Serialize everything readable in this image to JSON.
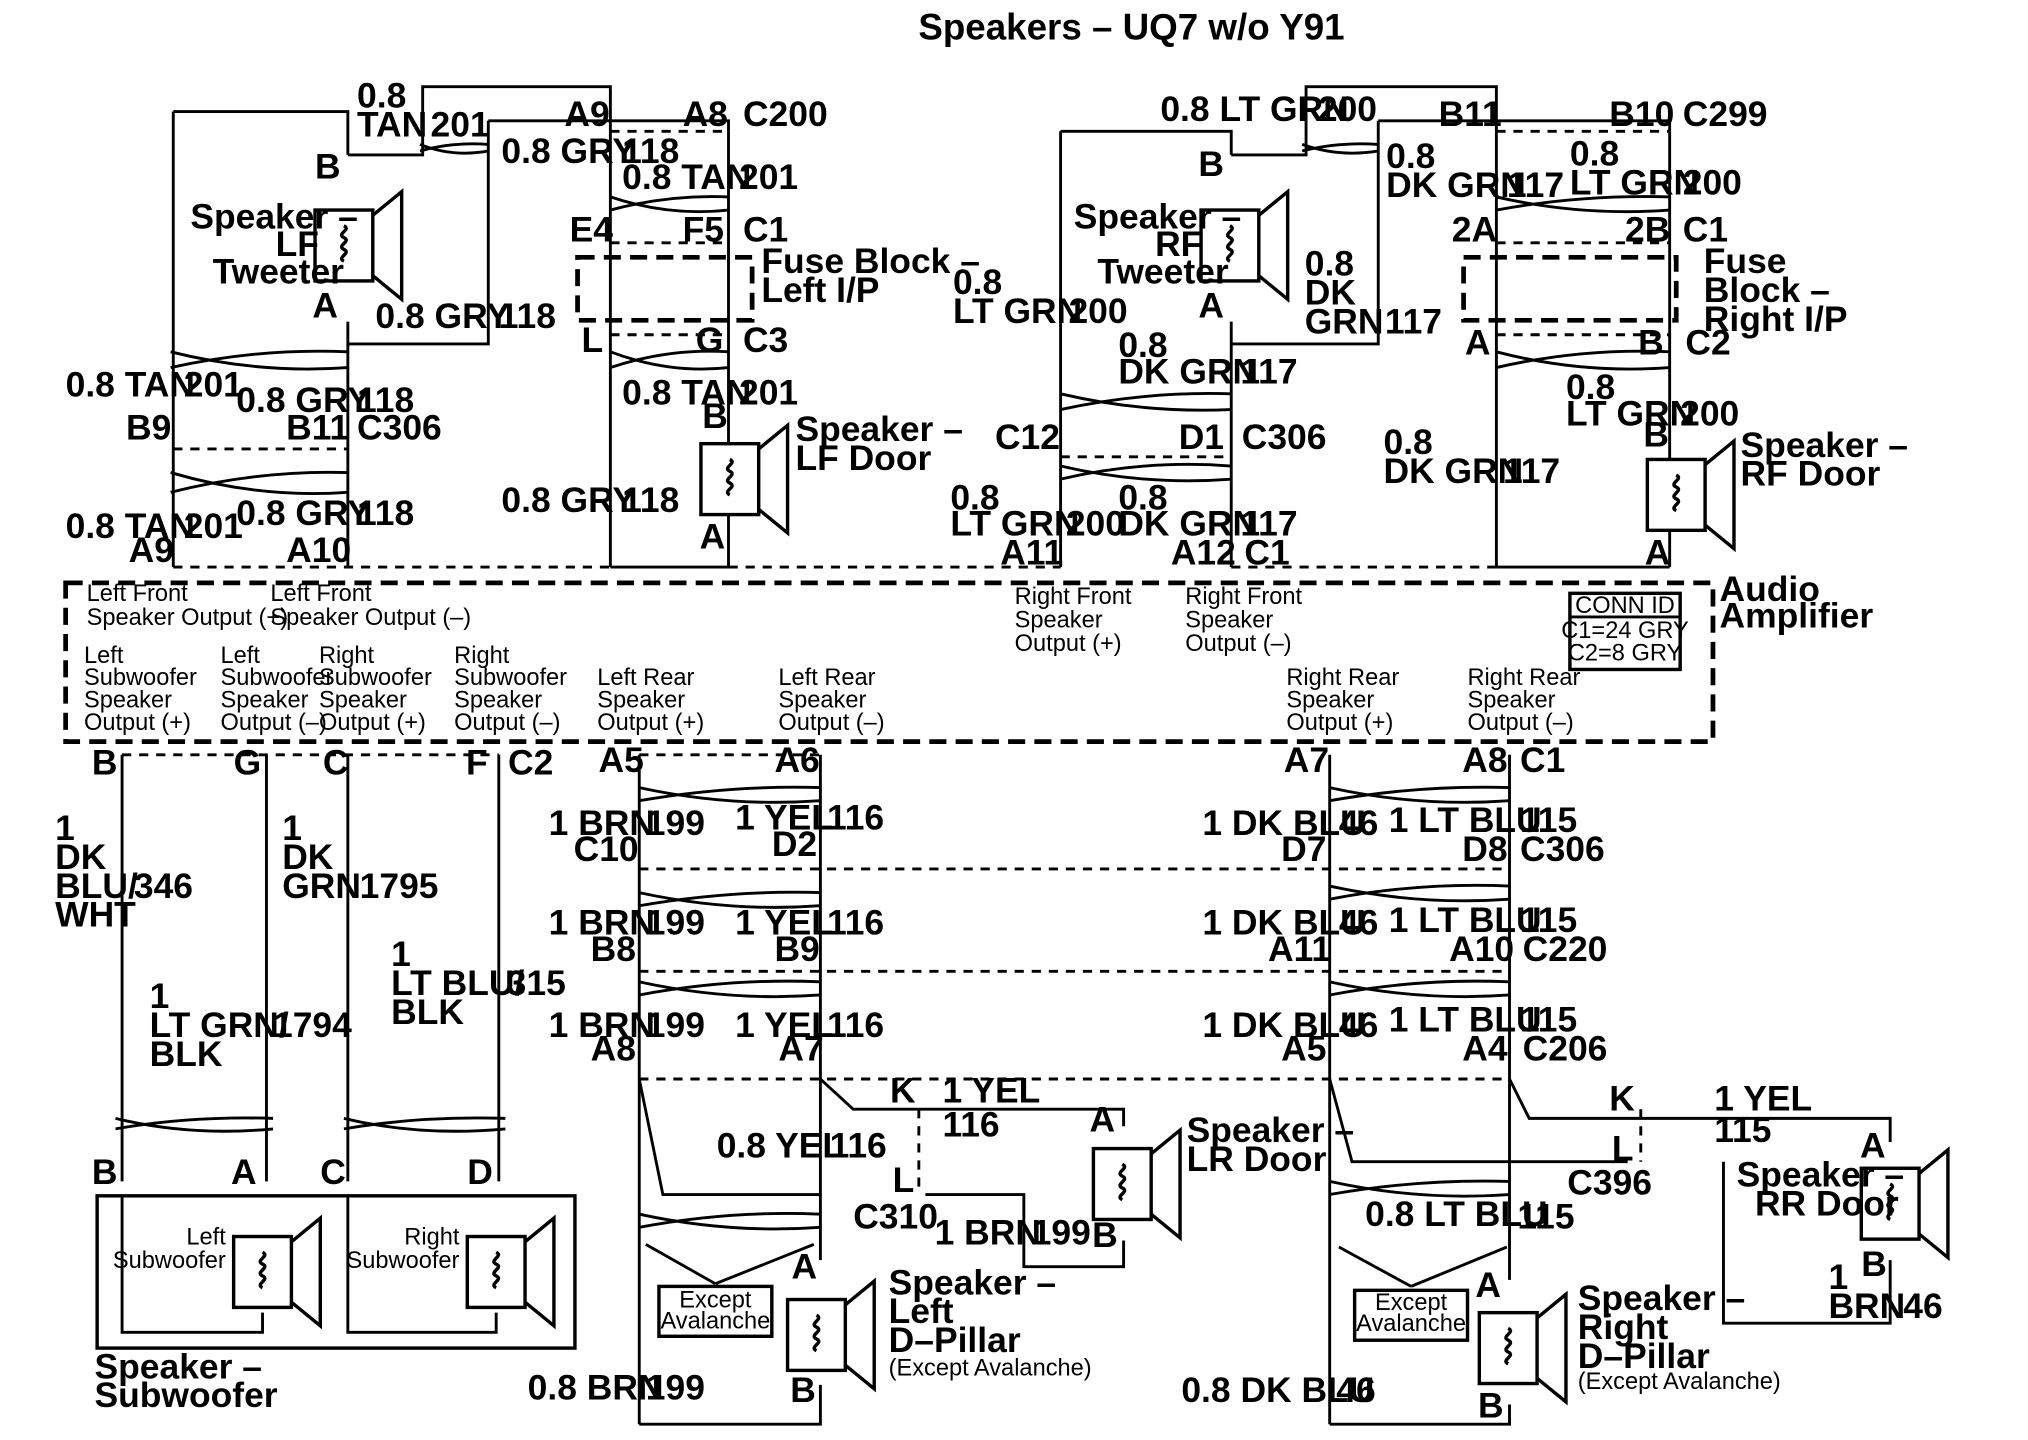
{
  "title": "Speakers – UQ7 w/o Y91",
  "labels": [
    "0.8",
    "TAN",
    "201",
    "A9",
    "A8",
    "C200",
    "0.8 GRY",
    "118",
    "B",
    "0.8 TAN",
    "201",
    "Speaker –",
    "LF",
    "Tweeter",
    "E4",
    "F5",
    "C1",
    "Fuse Block –",
    "Left I/P",
    "A",
    "0.8 GRY",
    "118",
    "L",
    "G",
    "C3",
    "0.8 TAN",
    "201",
    "0.8 GRY",
    "118",
    "0.8 TAN",
    "201",
    "B",
    "B9",
    "B11",
    "C306",
    "Speaker –",
    "LF Door",
    "0.8 GRY",
    "118",
    "0.8 GRY",
    "118",
    "0.8 TAN",
    "201",
    "A9",
    "A10",
    "A",
    "0.8 LT GRN",
    "200",
    "B11",
    "B10",
    "C299",
    "0.8",
    "DK GRN",
    "117",
    "0.8",
    "LT GRN",
    "200",
    "B",
    "Speaker –",
    "RF",
    "Tweeter",
    "2A",
    "2B",
    "C1",
    "0.8",
    "DK",
    "GRN",
    "117",
    "Fuse",
    "Block –",
    "Right I/P",
    "0.8",
    "LT GRN",
    "200",
    "A",
    "A",
    "B",
    "C2",
    "0.8",
    "DK GRN",
    "117",
    "0.8",
    "LT GRN",
    "200",
    "C12",
    "D1",
    "C306",
    "B",
    "0.8",
    "DK GRN",
    "117",
    "Speaker –",
    "RF Door",
    "0.8",
    "0.8",
    "LT GRN",
    "200",
    "DK GRN",
    "117",
    "A11",
    "A12",
    "C1",
    "A",
    "Audio",
    "Amplifier",
    "CONN ID",
    "C1=24 GRY",
    "C2=8 GRY",
    "Left Front",
    "Speaker Output (+)",
    "Left Front",
    "Speaker Output (–)",
    "Right Front",
    "Speaker",
    "Output (+)",
    "Right Front",
    "Speaker",
    "Output (–)",
    "Left",
    "Subwoofer",
    "Speaker",
    "Output (+)",
    "Left",
    "Subwoofer",
    "Speaker",
    "Output (–)",
    "Right",
    "Subwoofer",
    "Speaker",
    "Output (+)",
    "Right",
    "Subwoofer",
    "Speaker",
    "Output (–)",
    "Left Rear",
    "Speaker",
    "Output (+)",
    "Left Rear",
    "Speaker",
    "Output (–)",
    "Right Rear",
    "Speaker",
    "Output (+)",
    "Right Rear",
    "Speaker",
    "Output (–)",
    "B",
    "G",
    "C",
    "F",
    "C2",
    "A5",
    "A6",
    "A7",
    "A8",
    "C1",
    "1",
    "DK",
    "BLU/",
    "WHT",
    "346",
    "1",
    "DK",
    "GRN",
    "1795",
    "1",
    "LT GRN/",
    "BLK",
    "1794",
    "1",
    "LT BLU/",
    "BLK",
    "315",
    "1 BRN",
    "199",
    "1 YEL",
    "116",
    "C10",
    "D2",
    "1 BRN",
    "199",
    "1 YEL",
    "116",
    "B8",
    "B9",
    "1 BRN",
    "199",
    "1 YEL",
    "116",
    "A8",
    "A7",
    "1 DK BLU",
    "46",
    "1 LT BLU",
    "115",
    "D7",
    "D8",
    "C306",
    "1 DK BLU",
    "46",
    "1 LT BLU",
    "115",
    "A11",
    "A10",
    "C220",
    "1 DK BLU",
    "46",
    "1 LT BLU",
    "115",
    "A5",
    "A4",
    "C206",
    "B",
    "A",
    "C",
    "D",
    "Left",
    "Subwoofer",
    "Right",
    "Subwoofer",
    "Speaker –",
    "Subwoofer",
    "K",
    "1 YEL",
    "116",
    "0.8 YEL",
    "116",
    "L",
    "C310",
    "1 BRN",
    "199",
    "A",
    "B",
    "Speaker –",
    "LR Door",
    "Except",
    "Avalanche",
    "A",
    "Speaker –",
    "Left",
    "D–Pillar",
    "(Except Avalanche)",
    "0.8 BRN",
    "199",
    "B",
    "K",
    "1 YEL",
    "115",
    "L",
    "C396",
    "0.8 LT BLU",
    "115",
    "A",
    "Speaker –",
    "RR Door",
    "1",
    "BRN",
    "B",
    "46",
    "Except",
    "Avalanche",
    "A",
    "Speaker –",
    "Right",
    "D–Pillar",
    "(Except Avalanche)",
    "0.8 DK BLU",
    "46",
    "B"
  ]
}
